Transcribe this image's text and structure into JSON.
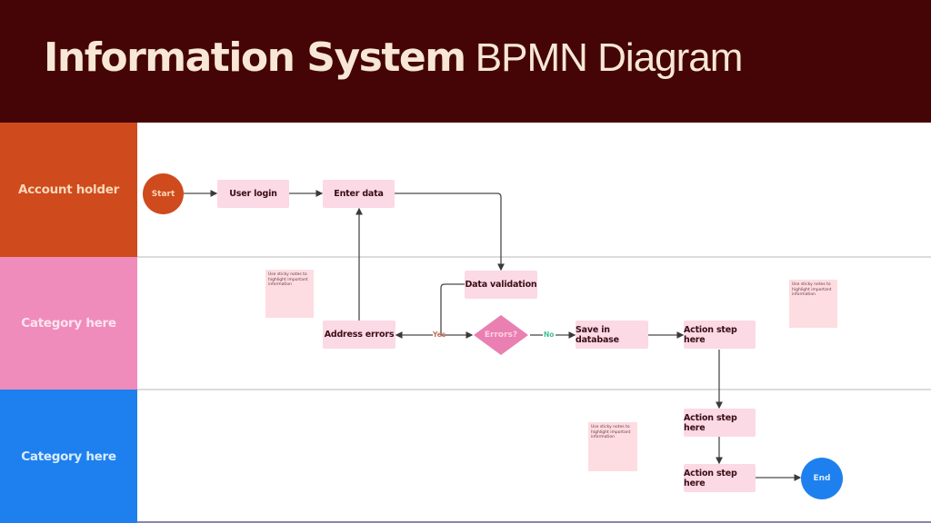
{
  "header": {
    "title_bold": "Information System",
    "title_light": " BPMN Diagram",
    "background": "#450405"
  },
  "lanes": [
    {
      "label": "Account holder",
      "color": "#cf4a1d"
    },
    {
      "label": "Category here",
      "color": "#ef8cbc"
    },
    {
      "label": "Category here",
      "color": "#1e80ee"
    }
  ],
  "events": {
    "start": "Start",
    "end": "End"
  },
  "tasks": {
    "user_login": "User login",
    "enter_data": "Enter data",
    "data_validation": "Data validation",
    "address_errors": "Address errors",
    "save_in_database": "Save in database",
    "action_step_1": "Action step here",
    "action_step_2": "Action step here",
    "action_step_3": "Action step here"
  },
  "gateway": {
    "label": "Errors?",
    "yes_label": "Yes",
    "no_label": "No",
    "yes_color": "#c8705a",
    "no_color": "#3fbf9a"
  },
  "sticky_notes": [
    "Use sticky notes to highlight important information",
    "Use sticky notes to highlight important information",
    "Use sticky notes to highlight important information"
  ]
}
